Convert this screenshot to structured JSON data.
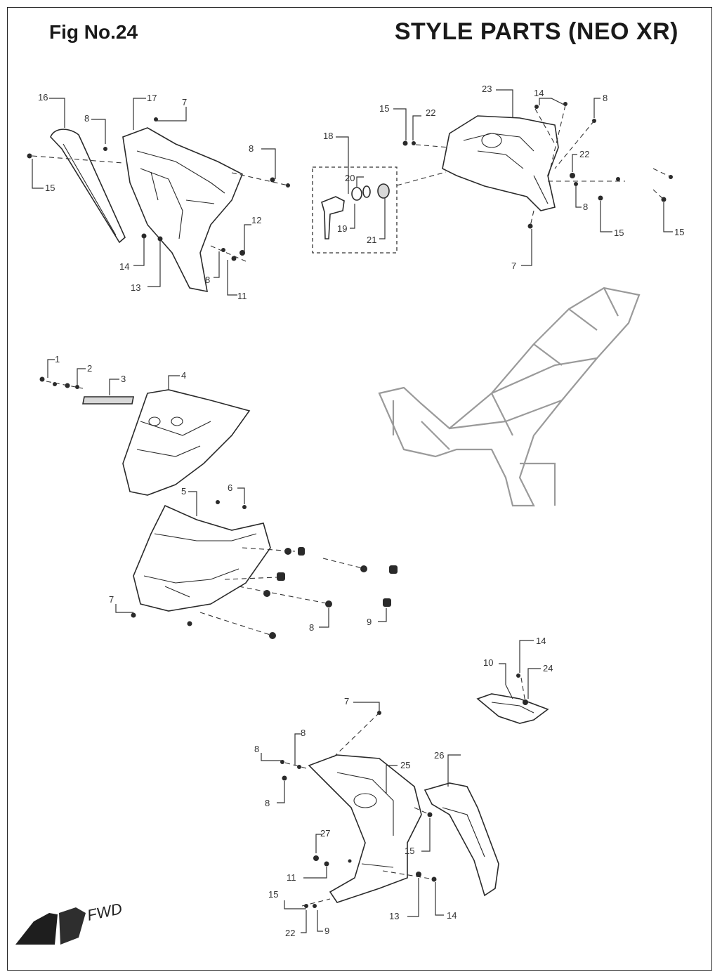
{
  "header": {
    "fig_no": "Fig No.24",
    "title": "STYLE PARTS (NEO XR)"
  },
  "labels": [
    "1",
    "2",
    "3",
    "4",
    "5",
    "6",
    "7",
    "8",
    "9",
    "10",
    "11",
    "12",
    "13",
    "14",
    "15",
    "16",
    "17",
    "18",
    "19",
    "20",
    "21",
    "22",
    "23",
    "24",
    "25",
    "26",
    "27"
  ],
  "fwd_label": "FWD",
  "colors": {
    "line": "#2a2a2a",
    "frame": "#9a9a9a",
    "background": "#ffffff"
  }
}
